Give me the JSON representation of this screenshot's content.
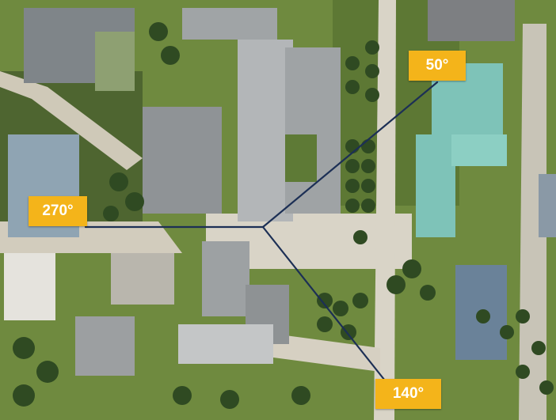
{
  "map": {
    "type": "aerial-photo",
    "features": [
      "buildings",
      "trees",
      "roads",
      "lawns",
      "parking"
    ]
  },
  "directions": [
    {
      "label": "50°"
    },
    {
      "label": "270°"
    },
    {
      "label": "140°"
    }
  ],
  "colors": {
    "label_bg": "#f4b41a",
    "label_text": "#ffffff",
    "direction_line": "#1c2f55",
    "lawn": "#6f8a3f",
    "tree": "#2f4a22",
    "road": "#d9d4c7",
    "roof_grey": "#9a9ea3",
    "roof_teal": "#7ec3b8",
    "roof_blue": "#6a8299"
  }
}
